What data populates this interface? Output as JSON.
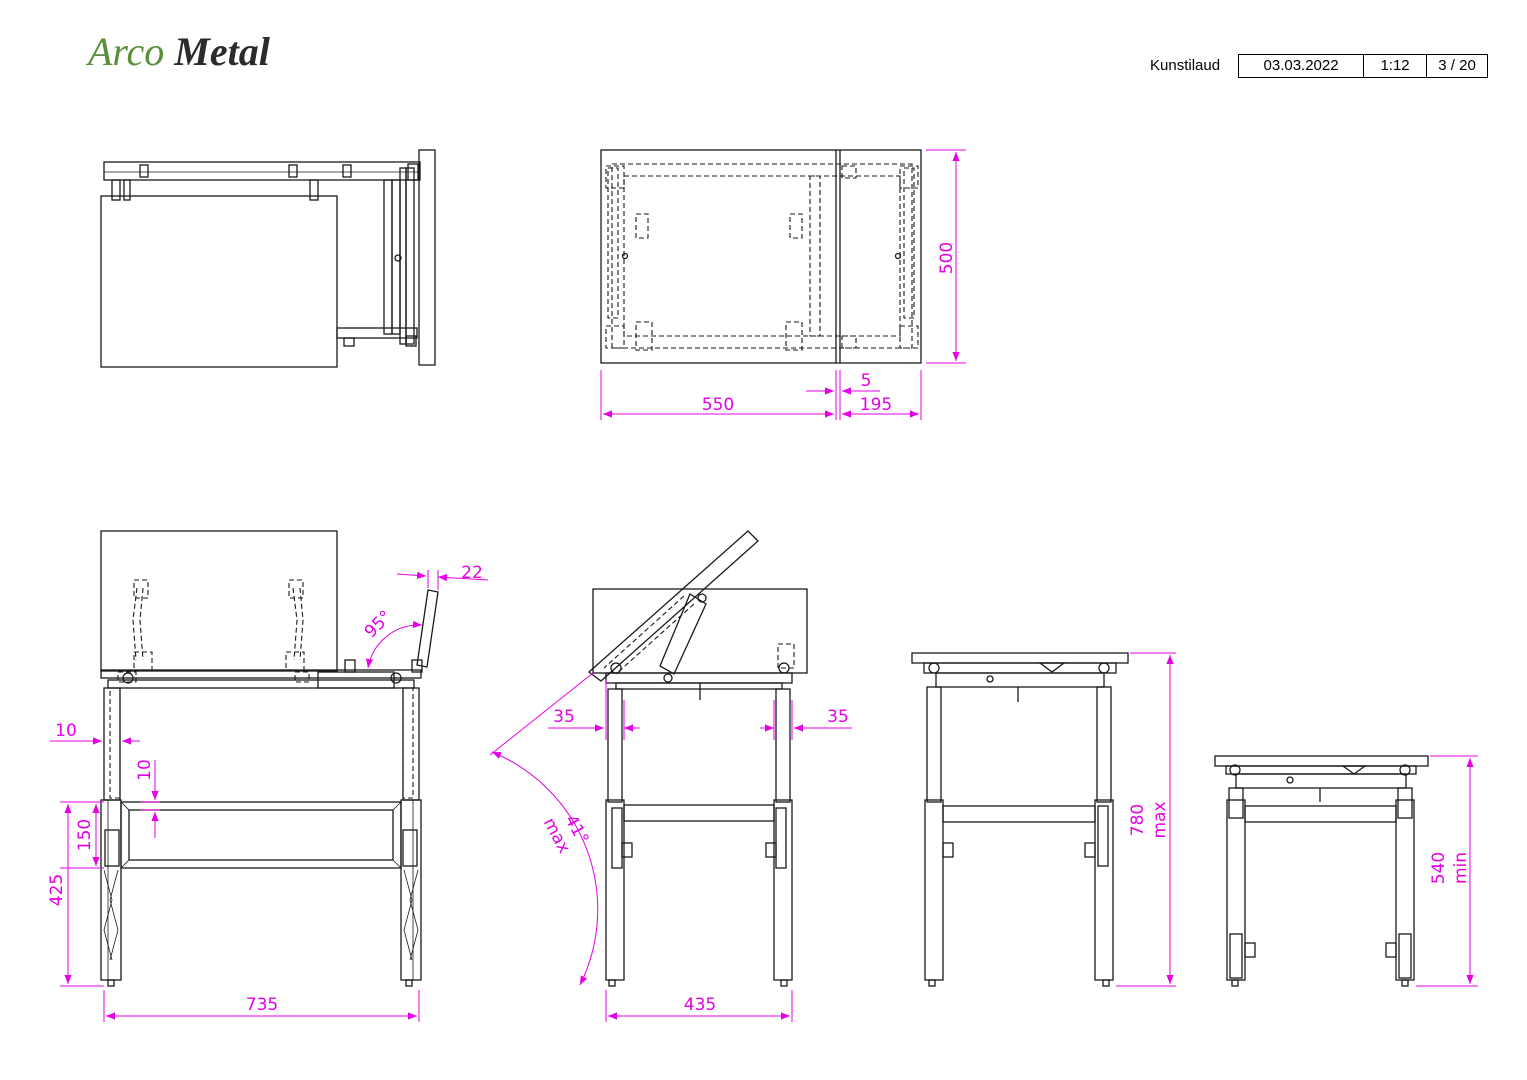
{
  "logo": {
    "word1": "Arco",
    "word2": "Metal"
  },
  "title_block": {
    "label": "Kunstilaud",
    "date": "03.03.2022",
    "scale": "1:12",
    "page": "3 / 20"
  },
  "dimensions": {
    "top_view_width_main": "550",
    "top_view_gap": "5",
    "top_view_width_side": "195",
    "top_view_depth": "500",
    "front_tilt_offset": "22",
    "front_tilt_angle": "95°",
    "front_leg_offset": "10",
    "front_rail_offset": "10",
    "front_rail_height": "150",
    "front_rail_floor": "425",
    "front_width": "735",
    "side_inset_left": "35",
    "side_inset_right": "35",
    "side_angle": "41°",
    "side_angle_note": "max",
    "side_width": "435",
    "height_max": "780",
    "height_max_note": "max",
    "height_min": "540",
    "height_min_note": "min"
  },
  "colors": {
    "dimension": "#e600e6",
    "line": "#1a1a1a",
    "logo_green": "#5b8e3b"
  }
}
